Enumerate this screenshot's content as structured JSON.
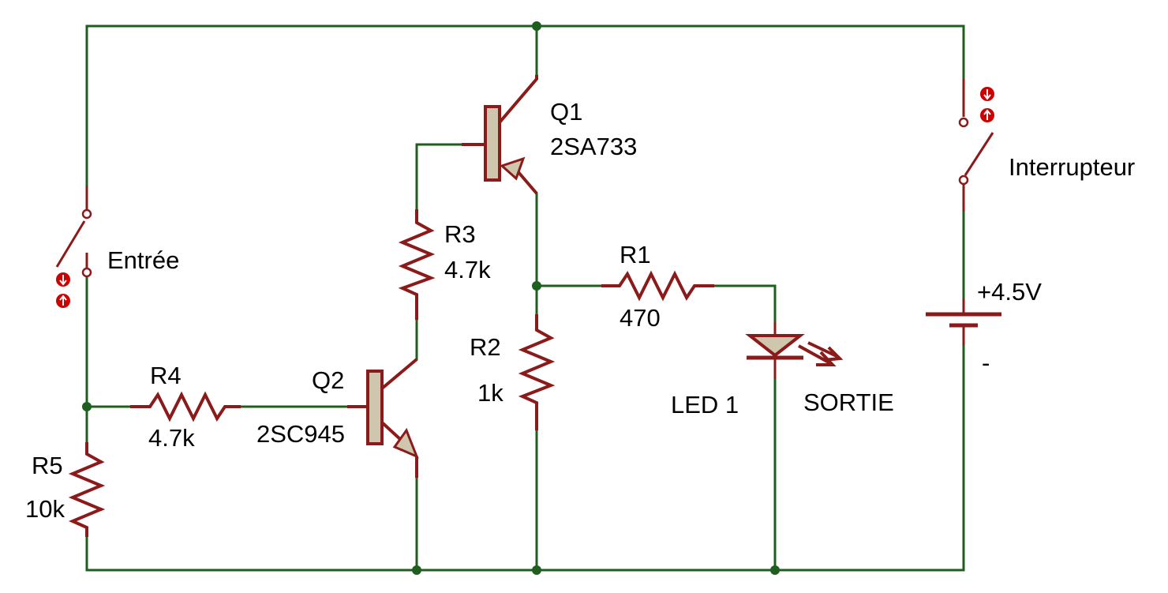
{
  "colors": {
    "wire": "#1e5e1e",
    "component": "#8b1a1a",
    "body_fill": "#cfc6ae",
    "pin_marker": "#cc0000",
    "text": "#000000"
  },
  "components": {
    "q1": {
      "ref": "Q1",
      "part": "2SA733"
    },
    "q2": {
      "ref": "Q2",
      "part": "2SC945"
    },
    "r1": {
      "ref": "R1",
      "value": "470"
    },
    "r2": {
      "ref": "R2",
      "value": "1k"
    },
    "r3": {
      "ref": "R3",
      "value": "4.7k"
    },
    "r4": {
      "ref": "R4",
      "value": "4.7k"
    },
    "r5": {
      "ref": "R5",
      "value": "10k"
    },
    "led": {
      "ref": "LED 1",
      "output_label": "SORTIE"
    },
    "sw_in": {
      "label": "Entrée"
    },
    "sw_pwr": {
      "label": "Interrupteur"
    },
    "battery": {
      "plus": "+4.5V",
      "minus": "-"
    }
  }
}
